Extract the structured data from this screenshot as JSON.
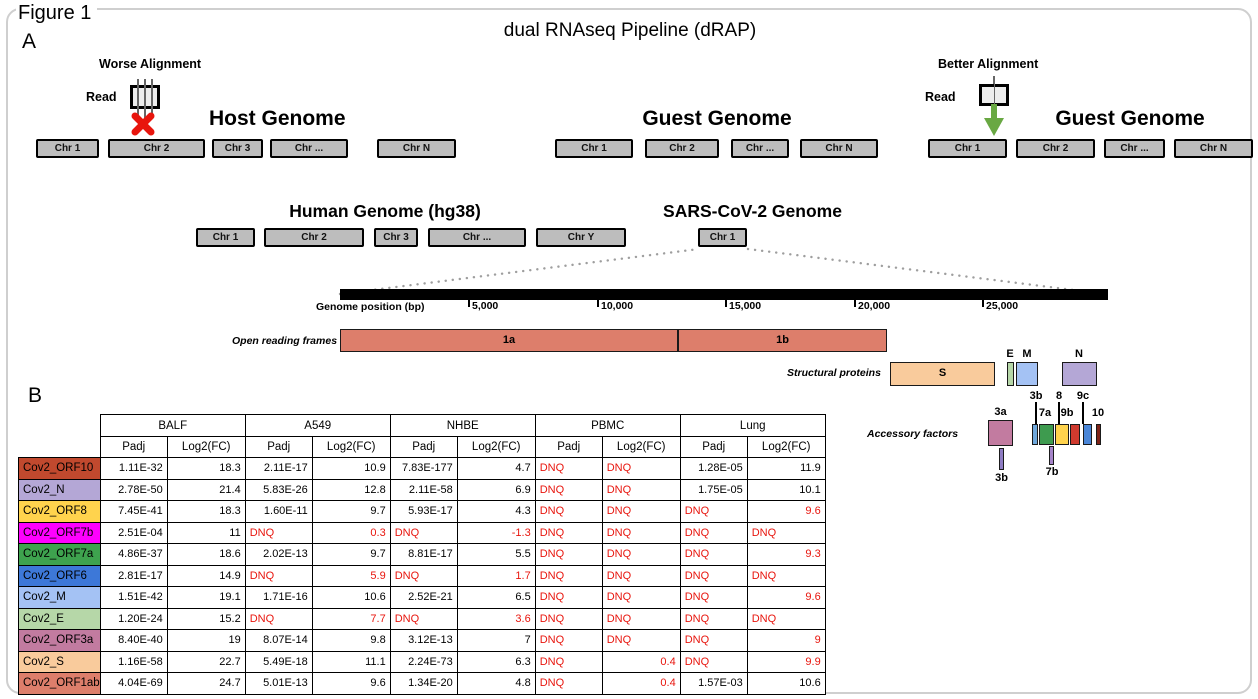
{
  "figure": {
    "label": "Figure 1",
    "title": "dual RNAseq Pipeline (dRAP)",
    "panel_a": "A",
    "panel_b": "B"
  },
  "panel_a": {
    "worse": {
      "caption": "Worse Alignment",
      "read_label": "Read",
      "marker_icon": "red-x-icon",
      "marker_color": "#e8150d",
      "genome_title": "Host Genome",
      "chromosomes": [
        "Chr 1",
        "Chr 2",
        "Chr 3",
        "Chr ...",
        "Chr N"
      ]
    },
    "guest_middle": {
      "genome_title": "Guest Genome",
      "chromosomes": [
        "Chr 1",
        "Chr 2",
        "Chr ...",
        "Chr N"
      ]
    },
    "better": {
      "caption": "Better Alignment",
      "read_label": "Read",
      "marker_icon": "green-arrow-icon",
      "marker_color": "#69a843",
      "genome_title": "Guest Genome",
      "chromosomes": [
        "Chr 1",
        "Chr 2",
        "Chr ...",
        "Chr N"
      ]
    }
  },
  "genomes": {
    "human": {
      "title": "Human Genome (hg38)",
      "chromosomes": [
        "Chr 1",
        "Chr 2",
        "Chr 3",
        "Chr ...",
        "Chr Y"
      ]
    },
    "sars_cov_2": {
      "title": "SARS-CoV-2 Genome",
      "chromosomes": [
        "Chr 1"
      ]
    }
  },
  "genome_map": {
    "axis_label": "Genome position (bp)",
    "tick_labels": [
      "5,000",
      "10,000",
      "15,000",
      "20,000",
      "25,000"
    ],
    "orf_row_label": "Open reading frames",
    "orfs": [
      {
        "label": "1a",
        "color": "#DD7E6B"
      },
      {
        "label": "1b",
        "color": "#DD7E6B"
      }
    ],
    "structural_row_label": "Structural proteins",
    "structural": [
      {
        "label": "S",
        "color": "#F9CB9C"
      },
      {
        "label": "E",
        "color": "#B6D7A8"
      },
      {
        "label": "M",
        "color": "#A4C2F4"
      },
      {
        "label": "N",
        "color": "#B4A7D6"
      }
    ],
    "accessory_row_label": "Accessory factors",
    "accessory": [
      {
        "label": "3a",
        "color": "#C27BA0"
      },
      {
        "label": "3b",
        "color": "#8E7CC3"
      },
      {
        "label": "3b",
        "color": "#6FA8DC"
      },
      {
        "label": "7a",
        "color": "#3E9B4F"
      },
      {
        "label": "7b",
        "color": "#A584C9"
      },
      {
        "label": "8",
        "color": "#FFD34D"
      },
      {
        "label": "9b",
        "color": "#CF3A2E"
      },
      {
        "label": "9c",
        "color": "#4A86D8"
      },
      {
        "label": "10",
        "color": "#7E2318"
      }
    ]
  },
  "table": {
    "column_groups": [
      "BALF",
      "A549",
      "NHBE",
      "PBMC",
      "Lung"
    ],
    "sub_columns": [
      "Padj",
      "Log2(FC)"
    ],
    "flag_text": "DNQ",
    "flag_color": "#e8150d",
    "rows": [
      {
        "gene": "Cov2_ORF10",
        "color": "#C1492E",
        "values": [
          {
            "v": "1.11E-32"
          },
          {
            "v": "18.3"
          },
          {
            "v": "2.11E-17"
          },
          {
            "v": "10.9"
          },
          {
            "v": "7.83E-177"
          },
          {
            "v": "4.7"
          },
          {
            "v": "DNQ"
          },
          {
            "v": "DNQ"
          },
          {
            "v": "1.28E-05"
          },
          {
            "v": "11.9"
          }
        ]
      },
      {
        "gene": "Cov2_N",
        "color": "#B4A7D6",
        "values": [
          {
            "v": "2.78E-50"
          },
          {
            "v": "21.4"
          },
          {
            "v": "5.83E-26"
          },
          {
            "v": "12.8"
          },
          {
            "v": "2.11E-58"
          },
          {
            "v": "6.9"
          },
          {
            "v": "DNQ"
          },
          {
            "v": "DNQ"
          },
          {
            "v": "1.75E-05"
          },
          {
            "v": "10.1"
          }
        ]
      },
      {
        "gene": "Cov2_ORF8",
        "color": "#FFD34D",
        "values": [
          {
            "v": "7.45E-41"
          },
          {
            "v": "18.3"
          },
          {
            "v": "1.60E-11"
          },
          {
            "v": "9.7"
          },
          {
            "v": "5.93E-17"
          },
          {
            "v": "4.3"
          },
          {
            "v": "DNQ"
          },
          {
            "v": "DNQ"
          },
          {
            "v": "DNQ"
          },
          {
            "v": "9.6",
            "red": true
          }
        ]
      },
      {
        "gene": "Cov2_ORF7b",
        "color": "#FF00FF",
        "values": [
          {
            "v": "2.51E-04"
          },
          {
            "v": "11"
          },
          {
            "v": "DNQ"
          },
          {
            "v": "0.3",
            "red": true
          },
          {
            "v": "DNQ"
          },
          {
            "v": "-1.3",
            "red": true
          },
          {
            "v": "DNQ"
          },
          {
            "v": "DNQ"
          },
          {
            "v": "DNQ"
          },
          {
            "v": "DNQ"
          }
        ]
      },
      {
        "gene": "Cov2_ORF7a",
        "color": "#3EA24E",
        "values": [
          {
            "v": "4.86E-37"
          },
          {
            "v": "18.6"
          },
          {
            "v": "2.02E-13"
          },
          {
            "v": "9.7"
          },
          {
            "v": "8.81E-17"
          },
          {
            "v": "5.5"
          },
          {
            "v": "DNQ"
          },
          {
            "v": "DNQ"
          },
          {
            "v": "DNQ"
          },
          {
            "v": "9.3",
            "red": true
          }
        ]
      },
      {
        "gene": "Cov2_ORF6",
        "color": "#3D78D8",
        "values": [
          {
            "v": "2.81E-17"
          },
          {
            "v": "14.9"
          },
          {
            "v": "DNQ"
          },
          {
            "v": "5.9",
            "red": true
          },
          {
            "v": "DNQ"
          },
          {
            "v": "1.7",
            "red": true
          },
          {
            "v": "DNQ"
          },
          {
            "v": "DNQ"
          },
          {
            "v": "DNQ"
          },
          {
            "v": "DNQ"
          }
        ]
      },
      {
        "gene": "Cov2_M",
        "color": "#A4C2F4",
        "values": [
          {
            "v": "1.51E-42"
          },
          {
            "v": "19.1"
          },
          {
            "v": "1.71E-16"
          },
          {
            "v": "10.6"
          },
          {
            "v": "2.52E-21"
          },
          {
            "v": "6.5"
          },
          {
            "v": "DNQ"
          },
          {
            "v": "DNQ"
          },
          {
            "v": "DNQ"
          },
          {
            "v": "9.6",
            "red": true
          }
        ]
      },
      {
        "gene": "Cov2_E",
        "color": "#B6D7A8",
        "values": [
          {
            "v": "1.20E-24"
          },
          {
            "v": "15.2"
          },
          {
            "v": "DNQ"
          },
          {
            "v": "7.7",
            "red": true
          },
          {
            "v": "DNQ"
          },
          {
            "v": "3.6",
            "red": true
          },
          {
            "v": "DNQ"
          },
          {
            "v": "DNQ"
          },
          {
            "v": "DNQ"
          },
          {
            "v": "DNQ"
          }
        ]
      },
      {
        "gene": "Cov2_ORF3a",
        "color": "#C27BA0",
        "values": [
          {
            "v": "8.40E-40"
          },
          {
            "v": "19"
          },
          {
            "v": "8.07E-14"
          },
          {
            "v": "9.8"
          },
          {
            "v": "3.12E-13"
          },
          {
            "v": "7"
          },
          {
            "v": "DNQ"
          },
          {
            "v": "DNQ"
          },
          {
            "v": "DNQ"
          },
          {
            "v": "9",
            "red": true
          }
        ]
      },
      {
        "gene": "Cov2_S",
        "color": "#F9CB9C",
        "values": [
          {
            "v": "1.16E-58"
          },
          {
            "v": "22.7"
          },
          {
            "v": "5.49E-18"
          },
          {
            "v": "11.1"
          },
          {
            "v": "2.24E-73"
          },
          {
            "v": "6.3"
          },
          {
            "v": "DNQ"
          },
          {
            "v": "0.4",
            "red": true
          },
          {
            "v": "DNQ"
          },
          {
            "v": "9.9",
            "red": true
          }
        ]
      },
      {
        "gene": "Cov2_ORF1ab",
        "color": "#DD7E6B",
        "values": [
          {
            "v": "4.04E-69"
          },
          {
            "v": "24.7"
          },
          {
            "v": "5.01E-13"
          },
          {
            "v": "9.6"
          },
          {
            "v": "1.34E-20"
          },
          {
            "v": "4.8"
          },
          {
            "v": "DNQ"
          },
          {
            "v": "0.4",
            "red": true
          },
          {
            "v": "1.57E-03"
          },
          {
            "v": "10.6"
          }
        ]
      }
    ]
  }
}
